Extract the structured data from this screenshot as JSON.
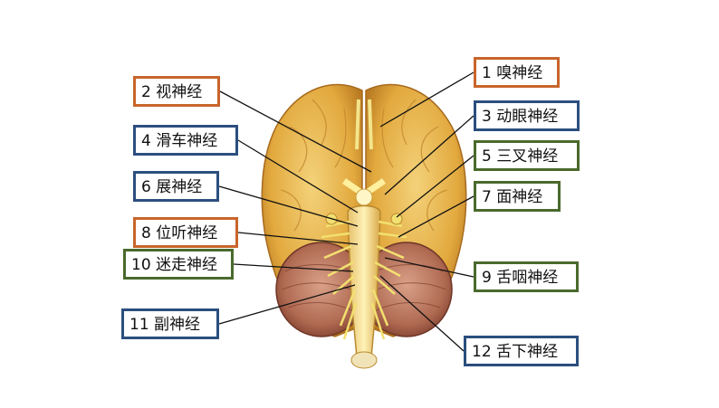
{
  "labels": {
    "n1": "1 嗅神经",
    "n2": "2 视神经",
    "n3": "3 动眼神经",
    "n4": "4 滑车神经",
    "n5": "5 三叉神经",
    "n6": "6 展神经",
    "n7": "7 面神经",
    "n8": "8 位听神经",
    "n9": "9 舌咽神经",
    "n10": "10 迷走神经",
    "n11": "11 副神经",
    "n12": "12 舌下神经"
  },
  "colors": {
    "orange_border": "#c8652a",
    "blue_border": "#2b4f7e",
    "green_border": "#4a6a2c",
    "brain": "#e9b44a",
    "cerebellum": "#b66f55",
    "nerve": "#f2e070"
  }
}
